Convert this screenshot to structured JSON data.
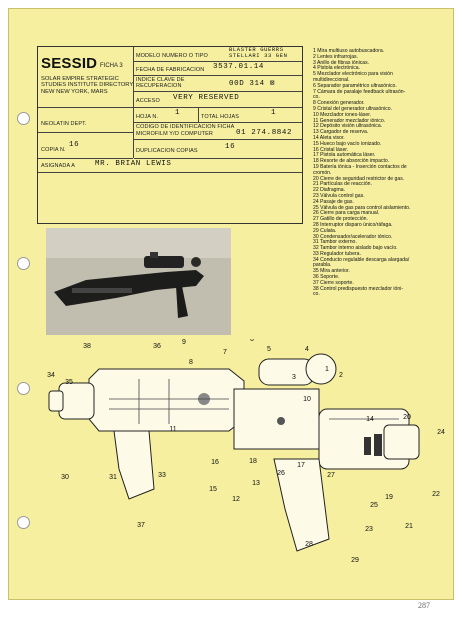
{
  "card": {
    "brand": "SESSID",
    "ficha": "FICHA 3",
    "org_lines": [
      "SOLAR EMPIRE STRATEGIC",
      "STUDIES INSTITUTE DIRECTORY",
      "NEW NEW YORK, MARS"
    ],
    "neolatin": "NEOLATIN DEPT.",
    "fields": {
      "modelo_label": "MODELO NUMERO O TIPO",
      "modelo_value_1": "BLASTER GUERRS",
      "modelo_value_2": "STELLARI 33 GEN",
      "fecha_label": "FECHA DE FABRICACION",
      "fecha_value": "3537.01.14",
      "indice_label_1": "INDICE CLAVE DE",
      "indice_label_2": "RECUPERACION",
      "indice_value": "00D 314 ⊠",
      "acceso_label": "ACCESO",
      "acceso_value": "VERY RESERVED",
      "hoja_label": "HOJA N.",
      "hoja_value": "1",
      "total_label": "TOTAL HOJAS",
      "total_value": "1",
      "codigo_label_1": "CODIGO DE IDENTIFICACION FICHA",
      "codigo_label_2": "MICROFILM Y/O COMPUTER",
      "codigo_value": "01 274.8842",
      "copia_label": "COPIA N.",
      "copia_value": "16",
      "duplicacion_label": "DUPLICACION COPIAS",
      "duplicacion_value": "16",
      "asignada_label": "ASIGNADA A",
      "asignada_value": "MR. BRIAN LEWIS"
    }
  },
  "legend": [
    "1 Mira multiuso autobuscadora.",
    "2 Lentes infrarrojas.",
    "3 Anillo de fibras iónicas.",
    "4 Pistola electrónica.",
    "5 Mezclador electrónico para visión",
    "   multidireccional.",
    "6 Separador paramétrico ultrasónico.",
    "7 Cámara de paralaje feedback ultrasón-",
    "   co.",
    "8 Conexión generador.",
    "9 Cristal del generador ultrasónico.",
    "10 Mezclador iones-láser.",
    "11 Generador mezclador iónico.",
    "12 Depósito visión ultrasónica.",
    "13 Cargador de reserva.",
    "14 Aleta visor.",
    "15 Hueco bajo vacío ionizado.",
    "16 Cristal láser.",
    "17 Pistola automática láser.",
    "18 Resorte de absorción impacto.",
    "19 Batería iónica - Inserción contactos de",
    "   cromón.",
    "20 Cierre de seguridad restrictor de gas.",
    "21 Partículas de reacción.",
    "22 Diafragma.",
    "23 Válvula control gas.",
    "24 Pasaje de gas.",
    "25 Válvula de gas para control aislamiento.",
    "26 Cierre para carga manual.",
    "27 Gatillo de protección.",
    "28 Interruptor disparo único/ráfaga.",
    "29 Culata.",
    "30 Condensador/acelerador iónico.",
    "31 Tambor externo.",
    "32 Tambor interno aislado bajo vacío.",
    "33 Regulador tubera.",
    "34 Conducto regulable descarga alargada/",
    "   parabla.",
    "35 Mira anterior.",
    "36 Soporte.",
    "37 Cierre soporte.",
    "38 Control predispuesto mezclador ióni-",
    "   co."
  ],
  "diagram_labels": [
    "38",
    "36",
    "9",
    "8",
    "7",
    "6",
    "5",
    "4",
    "3",
    "2",
    "1",
    "34",
    "35",
    "11",
    "10",
    "14",
    "20",
    "24",
    "33",
    "30",
    "31",
    "15",
    "12",
    "13",
    "19",
    "22",
    "21",
    "37",
    "16",
    "18",
    "26",
    "27",
    "17",
    "28",
    "23",
    "25",
    "29"
  ],
  "page_number": "287"
}
